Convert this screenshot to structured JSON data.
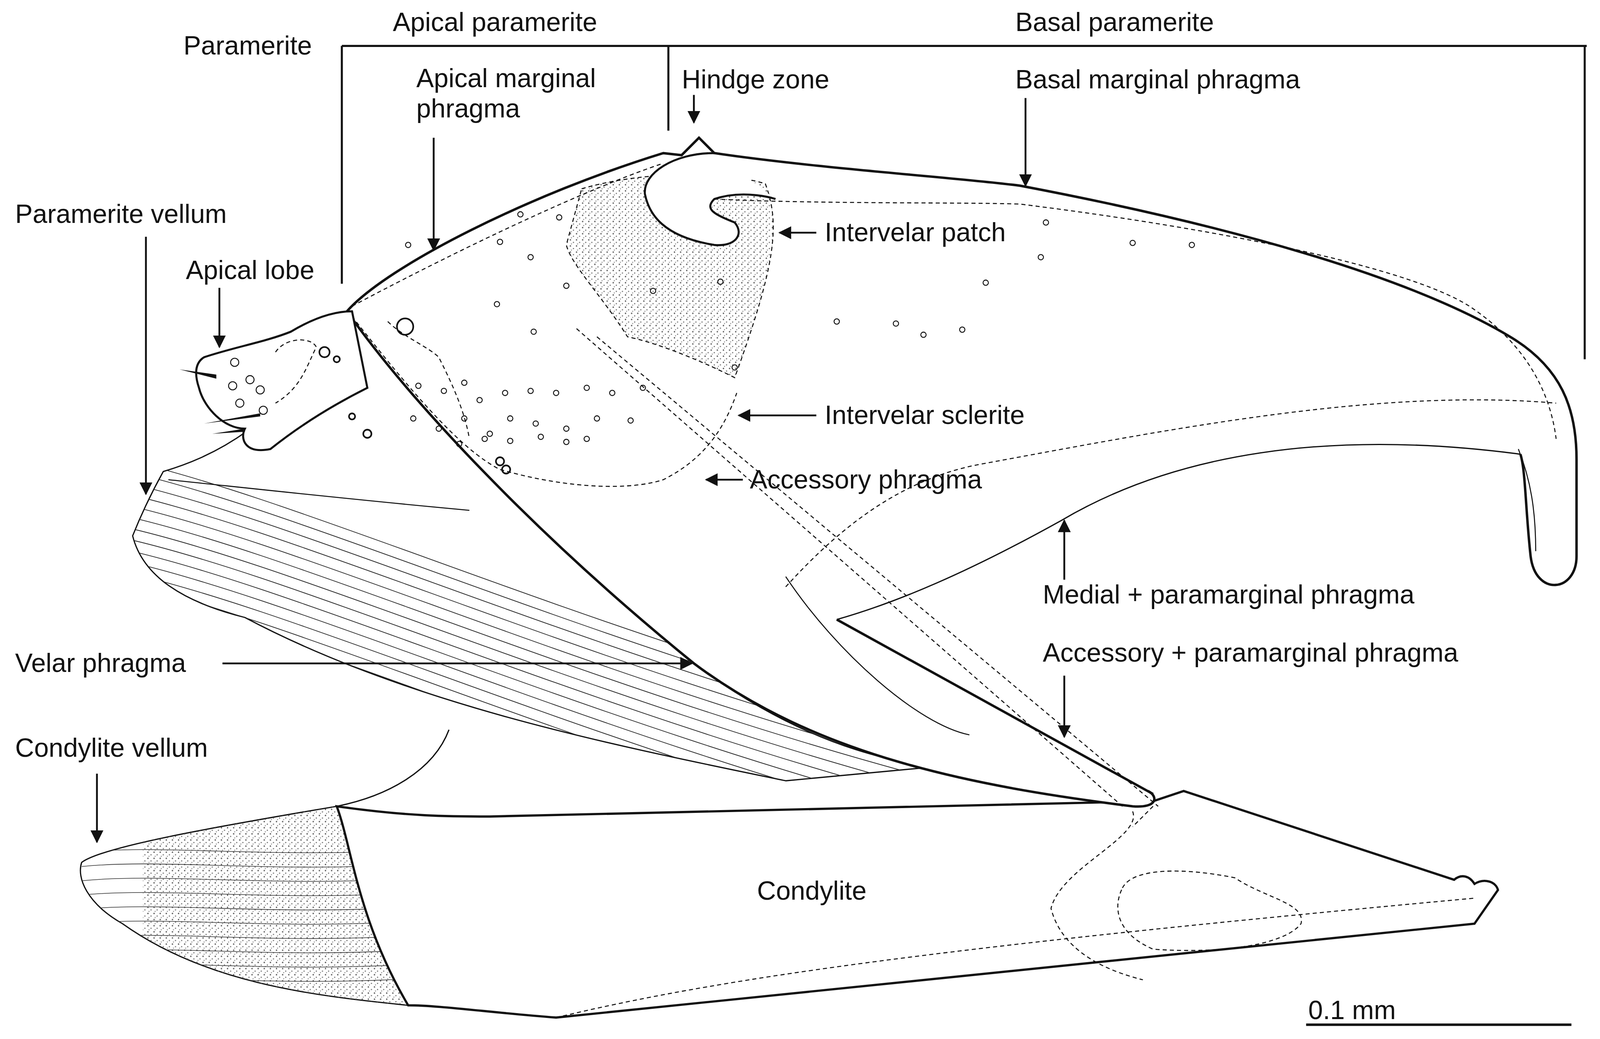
{
  "diagram": {
    "labels": [
      "Paramerite",
      "Apical paramerite",
      "Basal paramerite",
      "Apical marginal phragma",
      "Hindge zone",
      "Basal marginal phragma",
      "Paramerite vellum",
      "Apical lobe",
      "Intervelar patch",
      "Intervelar sclerite",
      "Accessory phragma",
      "Medial + paramarginal phragma",
      "Accessory + paramarginal phragma",
      "Velar phragma",
      "Condylite vellum",
      "Condylite",
      "0.1 mm"
    ]
  }
}
